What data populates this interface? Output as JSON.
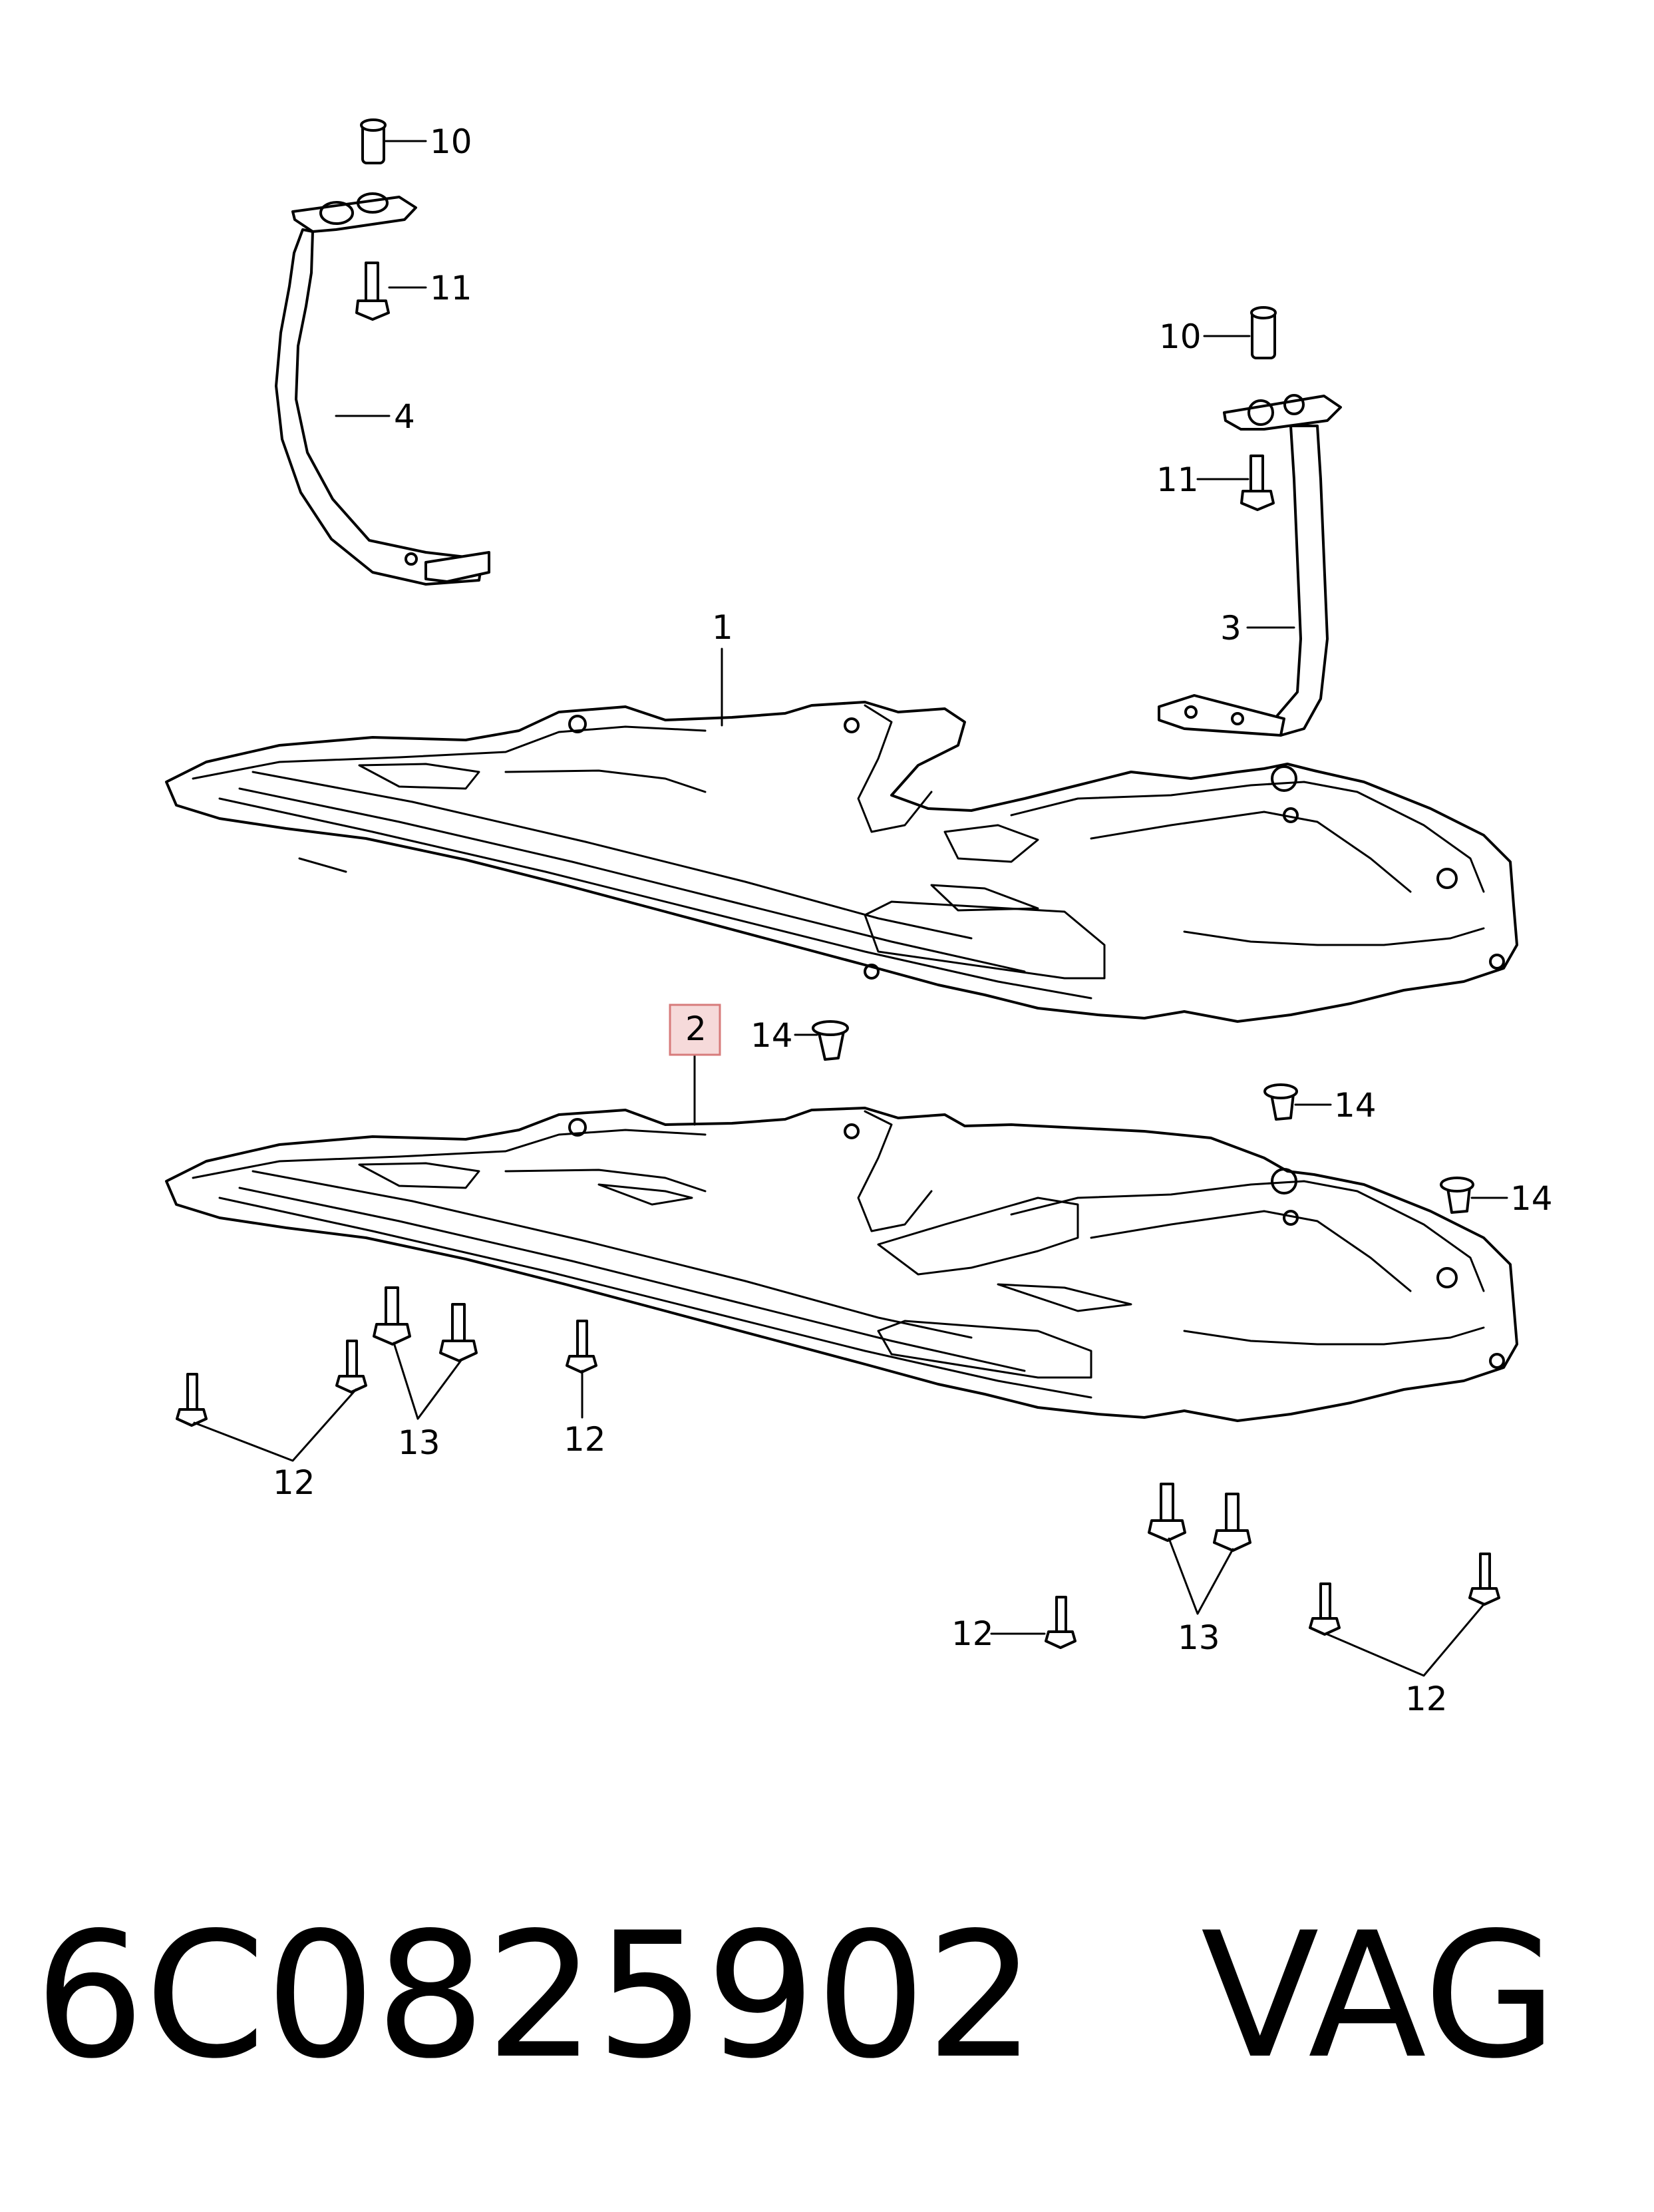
{
  "callouts": {
    "c10a": "10",
    "c11a": "11",
    "c4": "4",
    "c10b": "10",
    "c11b": "11",
    "c3": "3",
    "c1": "1",
    "c2": "2",
    "c14a": "14",
    "c14b": "14",
    "c14c": "14",
    "c12a": "12",
    "c13a": "13",
    "c12b": "12",
    "c12c": "12",
    "c13b": "13",
    "c12d": "12"
  },
  "highlight_color": "#f6dada",
  "caption": {
    "part_number": "6C0825902",
    "brand": "VAG"
  }
}
